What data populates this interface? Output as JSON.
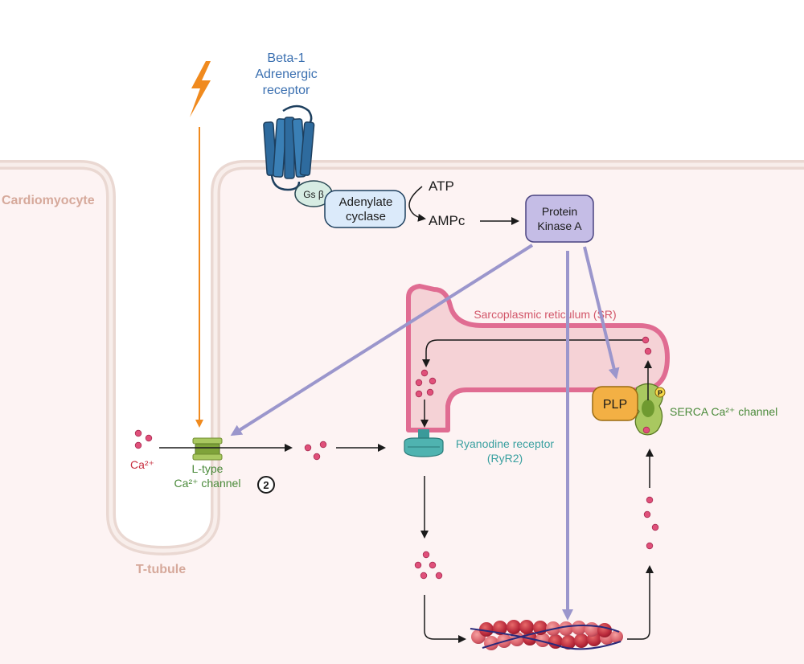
{
  "labels": {
    "beta_receptor": [
      "Beta-1",
      "Adrenergic",
      "receptor"
    ],
    "cardiomyocyte": "Cardiomyocyte",
    "t_tubule": "T-tubule",
    "gs_beta": "Gs β",
    "adenylate_cyclase": [
      "Adenylate",
      "cyclase"
    ],
    "atp": "ATP",
    "ampc": "AMPc",
    "pka": [
      "Protein",
      "Kinase A"
    ],
    "sr": "Sarcoplasmic reticulum (SR)",
    "ryr": [
      "Ryanodine receptor",
      "(RyR2)"
    ],
    "plp": "PLP",
    "phospho": "P",
    "serca": "SERCA Ca²⁺ channel",
    "ca": "Ca²⁺",
    "ltype": [
      "L-type",
      "Ca²⁺ channel"
    ],
    "step_number": "2"
  },
  "colors": {
    "bolt": "#f08a1e",
    "arrow_purple": "#9b96cc",
    "membrane": "#ead8d2",
    "membrane_fill": "#fdf2f2",
    "receptor_blue": "#2e6b9e",
    "beta_text": "#3a6fb0",
    "ryr_text": "#3aa0a0",
    "serca_text": "#4a8a3a",
    "sr_text": "#d2576a",
    "sr_outline": "#e06c92",
    "sr_fill": "#f5d2d6",
    "pka_fill": "#c5bde6",
    "plp_fill": "#f3b044",
    "ca_dot": "#e0507a",
    "cell_label": "#d6a99b"
  }
}
